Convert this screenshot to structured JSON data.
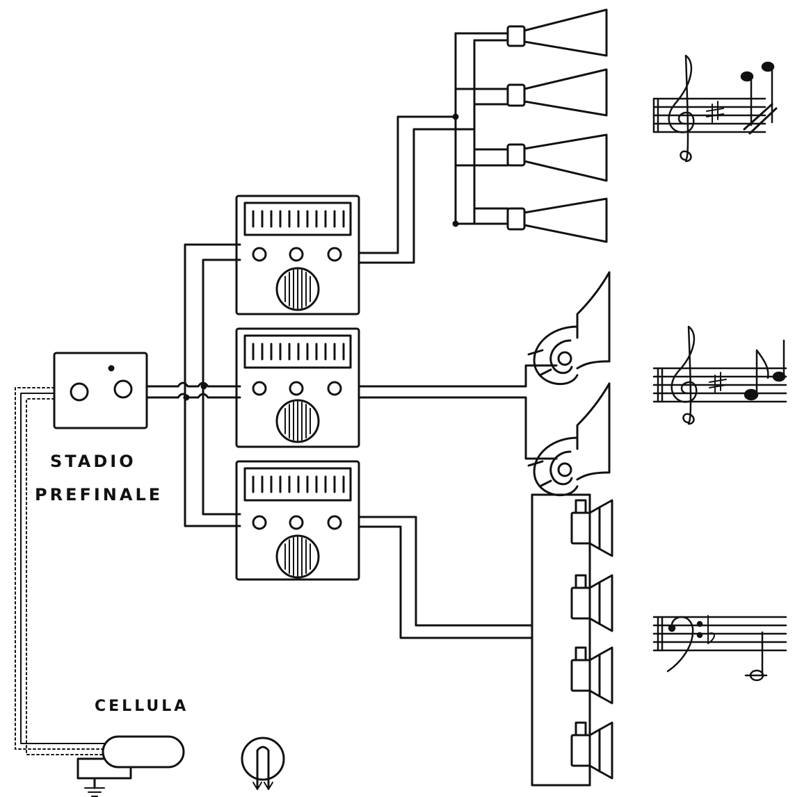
{
  "labels": {
    "stadio": "STADIO",
    "prefinale": "PREFINALE",
    "cellula": "CELLULA"
  },
  "ink_color": "#111111",
  "paper_color": "#ffffff",
  "components": {
    "amplifiers": 3,
    "treble_horns": 4,
    "mid_horns": 2,
    "bass_speakers": 4
  }
}
